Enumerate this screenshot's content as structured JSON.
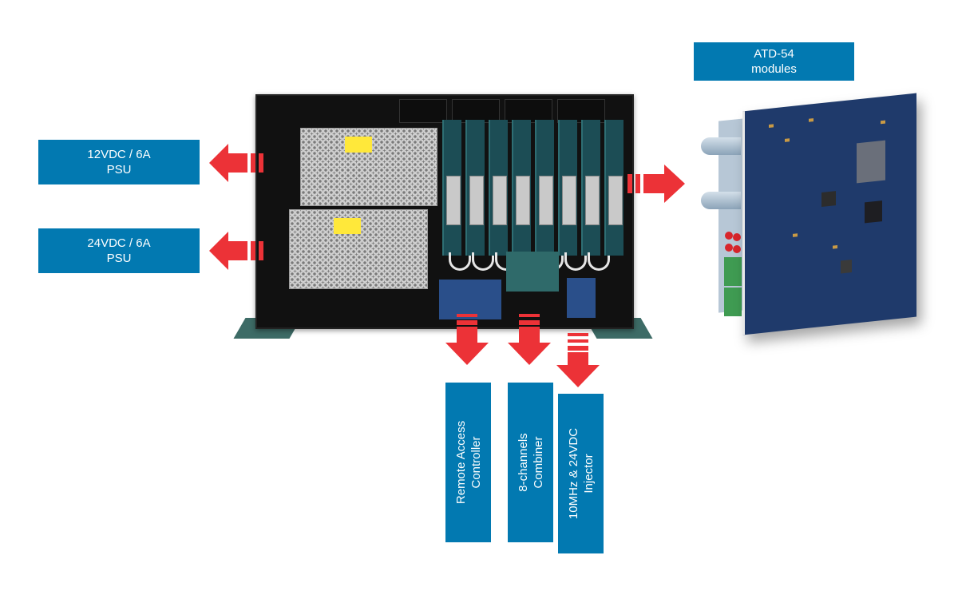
{
  "labels": {
    "psu_12v": [
      "12VDC / 6A",
      "PSU"
    ],
    "psu_24v": [
      "24VDC / 6A",
      "PSU"
    ],
    "atd_modules": [
      "ATD-54",
      "modules"
    ],
    "remote_access": [
      "Remote Access",
      "Controller"
    ],
    "combiner": [
      "8-channels",
      "Combiner"
    ],
    "injector": [
      "10MHz & 24VDC",
      "Injector"
    ]
  },
  "colors": {
    "label_bg": "#0279b1",
    "label_text": "#ffffff",
    "arrow": "#ec3237"
  },
  "chassis": {
    "psu_count": 2,
    "module_slots": 8,
    "fans": 4
  }
}
